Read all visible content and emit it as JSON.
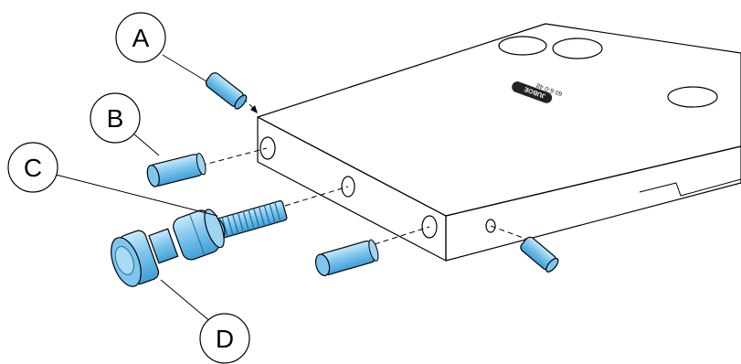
{
  "callouts": {
    "a": "A",
    "b": "B",
    "c": "C",
    "d": "D"
  },
  "plate": {
    "part_number": "60 6-0 48",
    "brand": "JUBOE"
  },
  "colors": {
    "part_fill": "#7ec6ee",
    "part_shade": "#3f9fd6",
    "part_highlight": "#c9e9fb",
    "line": "#000000",
    "background": "#ffffff"
  }
}
